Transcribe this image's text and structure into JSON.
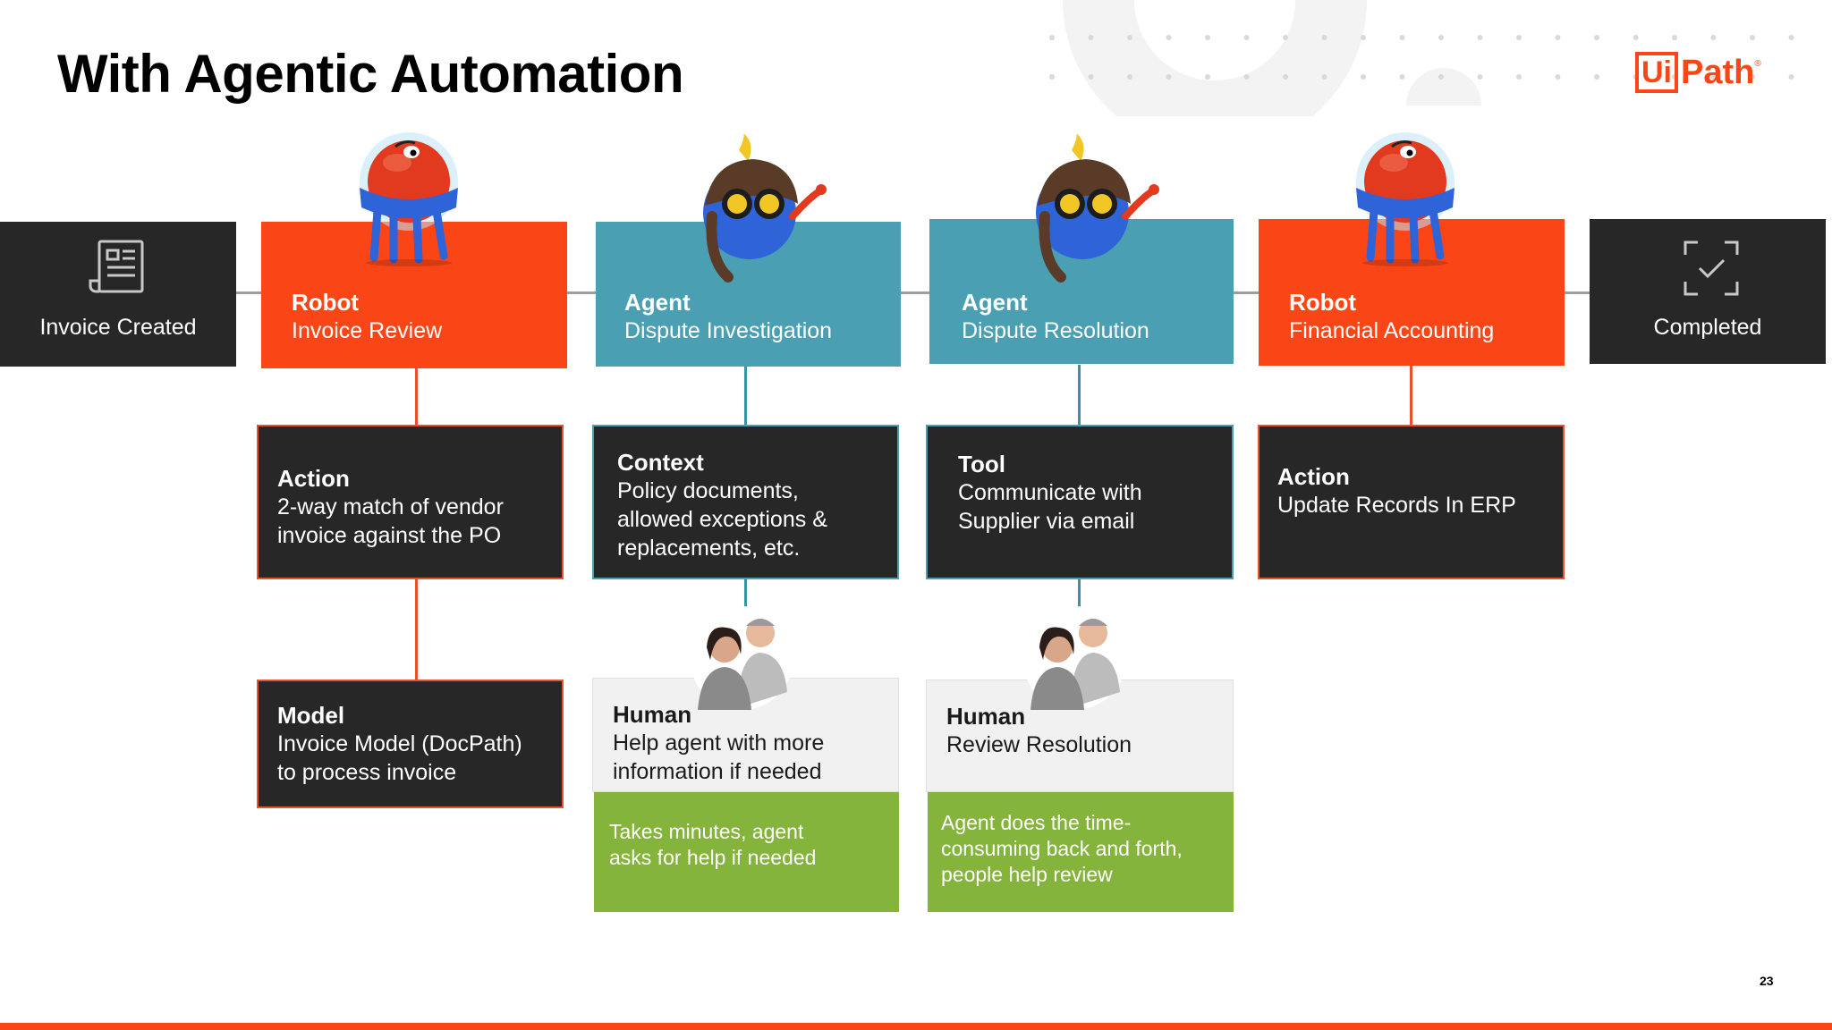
{
  "slide": {
    "title": "With Agentic Automation",
    "page_number": "23",
    "brand": {
      "logo_ui": "Ui",
      "logo_path": "Path",
      "accent": "#fa4616",
      "teal": "#4aa0b2",
      "dark": "#272727",
      "green": "#84b43c"
    }
  },
  "flow": {
    "start": {
      "label": "Invoice Created",
      "icon": "document-icon"
    },
    "steps": [
      {
        "type": "Robot",
        "name": "Invoice Review",
        "mascot": "robot-mascot"
      },
      {
        "type": "Agent",
        "name": "Dispute Investigation",
        "mascot": "agent-mascot"
      },
      {
        "type": "Agent",
        "name": "Dispute Resolution",
        "mascot": "agent-mascot"
      },
      {
        "type": "Robot",
        "name": "Financial Accounting",
        "mascot": "robot-mascot"
      }
    ],
    "end": {
      "label": "Completed",
      "icon": "check-frame-icon"
    }
  },
  "details": [
    {
      "title": "Action",
      "lines": [
        "2-way match of vendor",
        "invoice against the PO"
      ]
    },
    {
      "title": "Context",
      "lines": [
        "Policy documents,",
        "allowed exceptions &",
        "replacements, etc."
      ]
    },
    {
      "title": "Tool",
      "lines": [
        "Communicate with",
        "Supplier via email"
      ]
    },
    {
      "title": "Action",
      "lines": [
        "Update Records In ERP"
      ]
    }
  ],
  "model": {
    "title": "Model",
    "lines": [
      "Invoice Model (DocPath)",
      "to process invoice"
    ]
  },
  "humans": [
    {
      "title": "Human",
      "lines": [
        "Help agent with more",
        "information if needed"
      ],
      "note": [
        "Takes minutes, agent",
        "asks for help if needed"
      ]
    },
    {
      "title": "Human",
      "lines": [
        "Review Resolution"
      ],
      "note": [
        "Agent does the time-",
        "consuming back and forth,",
        "people help review"
      ]
    }
  ]
}
